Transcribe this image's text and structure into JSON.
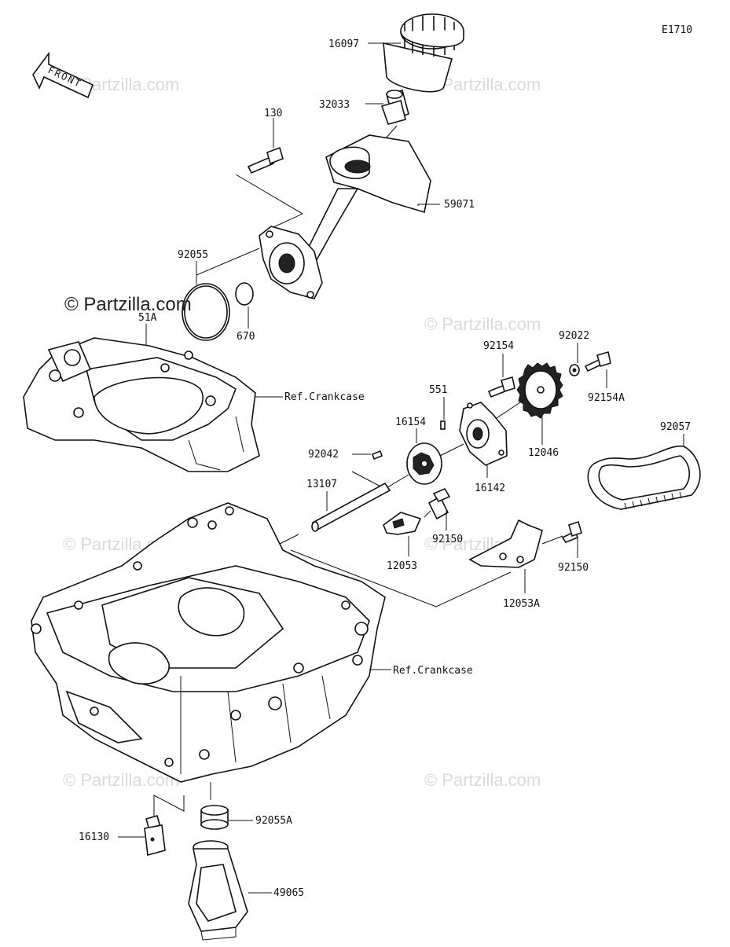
{
  "diagram_code": "E1710",
  "front_label": "FRONT",
  "watermark_main": "© Partzilla.com",
  "watermark_faint": "© Partzilla.com",
  "ref_labels": {
    "crankcase_upper": "Ref.Crankcase",
    "crankcase_lower": "Ref.Crankcase"
  },
  "parts": {
    "p16097": "16097",
    "p32033": "32033",
    "p130": "130",
    "p59071": "59071",
    "p92055": "92055",
    "p670": "670",
    "p51A": "51A",
    "p92154": "92154",
    "p92022": "92022",
    "p92154A": "92154A",
    "p551": "551",
    "p16154": "16154",
    "p12046": "12046",
    "p92057": "92057",
    "p92042": "92042",
    "p16142": "16142",
    "p13107": "13107",
    "p92150a": "92150",
    "p92150b": "92150",
    "p12053": "12053",
    "p12053A": "12053A",
    "p16130": "16130",
    "p92055A": "92055A",
    "p49065": "49065"
  }
}
